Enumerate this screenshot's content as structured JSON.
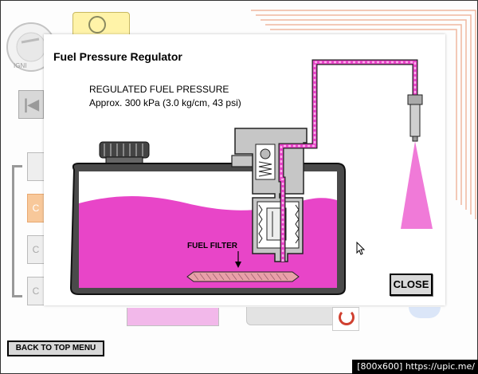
{
  "background": {
    "ignition_label": "IGNI",
    "side_buttons": [
      "",
      "C",
      "C",
      "C"
    ]
  },
  "popup": {
    "title": "Fuel Pressure Regulator",
    "pressure_heading": "REGULATED FUEL PRESSURE",
    "pressure_value": "Approx. 300 kPa (3.0 kg/cm, 43 psi)",
    "filter_label": "FUEL FILTER",
    "close_label": "CLOSE"
  },
  "footer": {
    "back_label": "BACK TO TOP MENU"
  },
  "watermark": "[800x600] https://upic.me/",
  "colors": {
    "fuel": "#e845c8",
    "pipe_stripe": "#f7aee8",
    "metal": "#c6c6c6",
    "outline": "#222222",
    "spray": "#f07ad8",
    "filter": "#e8a0a8"
  },
  "icons": [
    "ignition-knob-icon",
    "shake-icon",
    "rewind-icon",
    "cursor-arrow-icon"
  ]
}
